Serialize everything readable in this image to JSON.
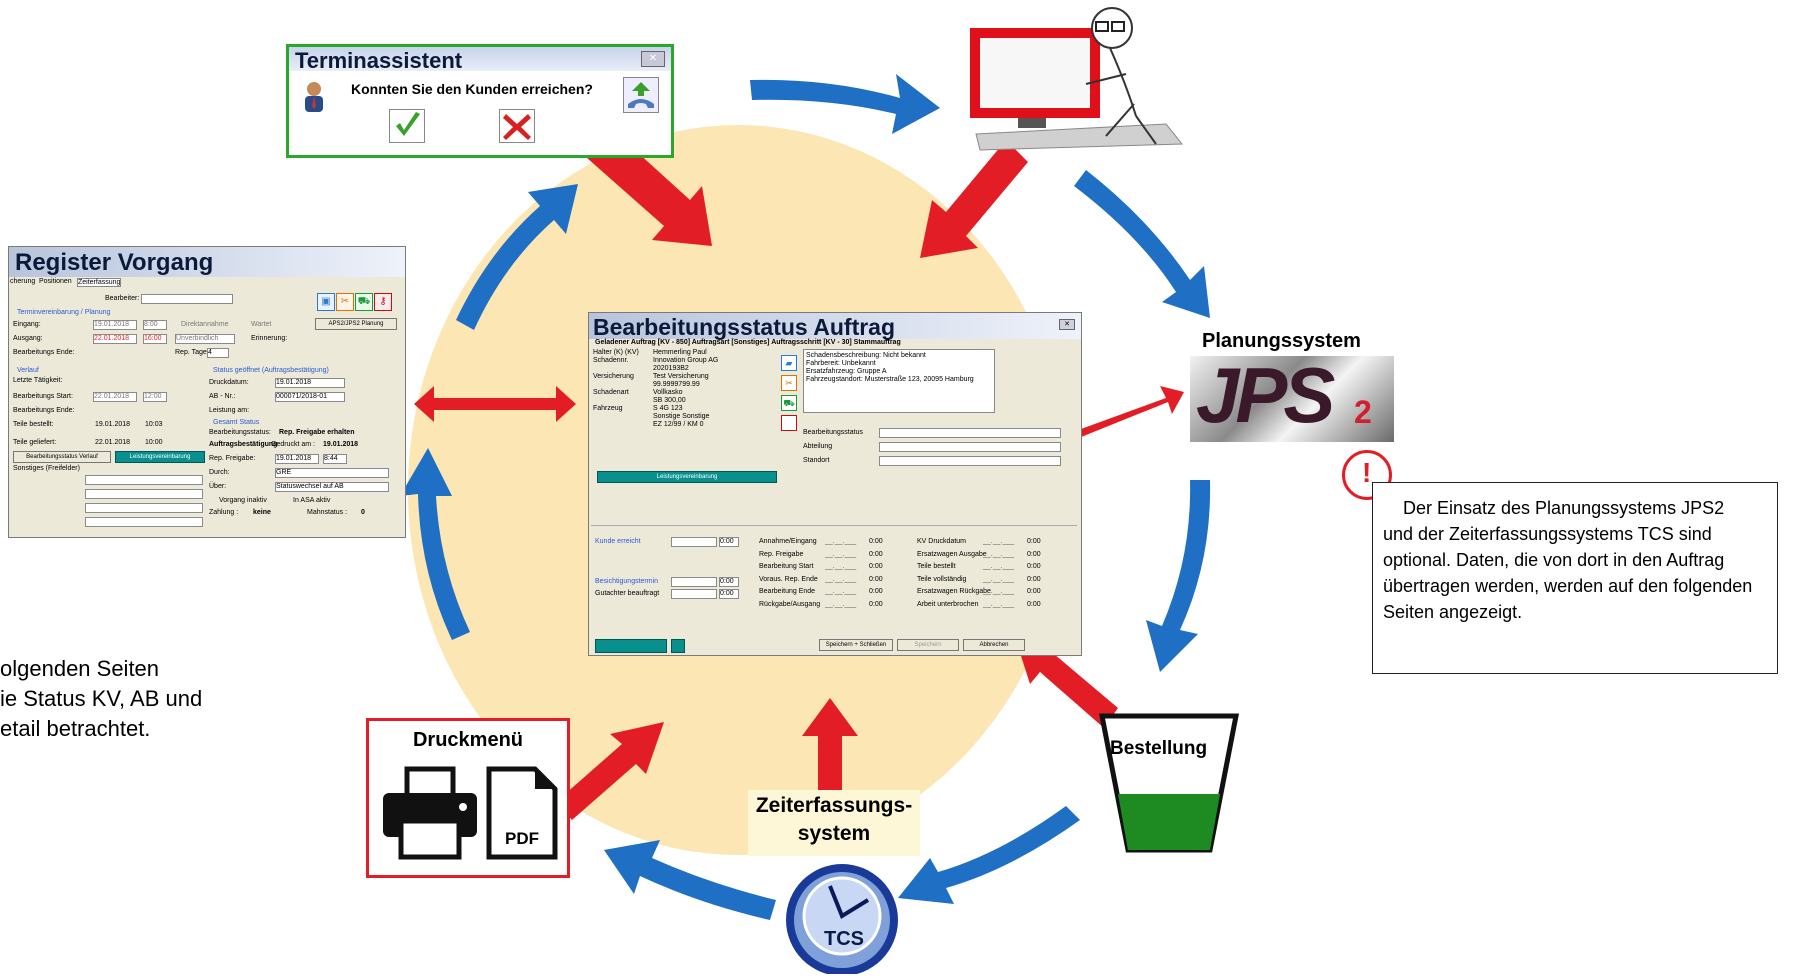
{
  "colors": {
    "circle": "#fbe6b4",
    "arrow_blue": "#1f6fc4",
    "arrow_red": "#e31d25",
    "teal": "#0a8f8f",
    "green_frame": "#2aa82a",
    "red_frame": "#e31d25"
  },
  "terminassistent": {
    "title": "Terminassistent",
    "question": "Konnten Sie den Kunden erreichen?"
  },
  "register": {
    "title": "Register Vorgang",
    "tabs": [
      "cherung",
      "Positionen",
      "Zeiterfassung"
    ],
    "bearbeiter_label": "Bearbeiter:",
    "section_termin": "Terminvereinbarung / Planung",
    "eingang_label": "Eingang:",
    "eingang_date": "19.01.2018",
    "eingang_time": "8:00",
    "direkt_label": "Direktannahme",
    "wartet_label": "Wartet",
    "ausgang_label": "Ausgang:",
    "ausgang_date": "22.01.2018",
    "ausgang_time": "16:00",
    "unverbindlich": "Unverbindlich",
    "erinnerung_label": "Erinnerung:",
    "bearb_ende_label": "Bearbeitungs Ende:",
    "reptage_label": "Rep. Tage:",
    "reptage_value": "4",
    "aps_button": "APS2/JPS2 Planung",
    "verlauf_label": "Verlauf",
    "letzte_label": "Letzte Tätigkeit:",
    "bearb_start_label": "Bearbeitungs Start:",
    "bearb_start_date": "22.01.2018",
    "bearb_start_time": "12:00",
    "bearb_ende2_label": "Bearbeitungs Ende:",
    "teile_bestellt_label": "Teile bestellt:",
    "teile_bestellt_date": "19.01.2018",
    "teile_bestellt_time": "10:03",
    "teile_geliefert_label": "Teile geliefert:",
    "teile_geliefert_date": "22.01.2018",
    "teile_geliefert_time": "10:00",
    "status_verlauf_btn": "Bearbeitungsstatus Verlauf",
    "leistung_btn": "Leistungsvereinbarung",
    "sonstiges_label": "Sonstiges (Freifelder)",
    "status_geoeffnet": "Status geöffnet (Auftragsbestätigung)",
    "druckdatum_label": "Druckdatum:",
    "druckdatum_value": "19.01.2018",
    "ab_label": "AB - Nr.:",
    "ab_value": "000071/2018-01",
    "leistung_am_label": "Leistung am:",
    "gesamt_status": "Gesamt Status",
    "bstatus_label": "Bearbeitungsstatus:",
    "bstatus_value": "Rep. Freigabe erhalten",
    "ab_bestaetigung": "Auftragsbestätigung",
    "gedruckt_am": "Gedruckt am :",
    "gedruckt_value": "19.01.2018",
    "rep_freigabe_label": "Rep. Freigabe:",
    "rep_freigabe_date": "19.01.2018",
    "rep_freigabe_time": "8:44",
    "durch_label": "Durch:",
    "durch_value": "GRE",
    "ueber_label": "Über:",
    "ueber_value": "Statuswechsel auf AB",
    "vorgang_inaktiv": "Vorgang inaktiv",
    "asa_aktiv": "In ASA aktiv",
    "zahlung_label": "Zahlung :",
    "zahlung_value": "keine",
    "mahnstatus_label": "Mahnstatus :",
    "mahnstatus_value": "0"
  },
  "bearbeitung": {
    "title": "Bearbeitungsstatus Auftrag",
    "header": "Geladener Auftrag [KV - 850] Auftragsart [Sonstiges] Auftragsschritt [KV - 30] Stammauftrag",
    "info_labels": [
      "Halter (K) (KV)",
      "Schadennr.",
      "",
      "Versicherung",
      "",
      "Schadenart",
      "",
      "Fahrzeug",
      "",
      "",
      ""
    ],
    "info_values": [
      "Hemmerling Paul",
      "Innovation Group AG",
      "2020193B2",
      "Test Versicherung",
      "99.9999799.99",
      "Vollkasko",
      "SB 300,00",
      "S 4G 123",
      "Sonstige Sonstige",
      "EZ 12/99 / KM 0",
      ""
    ],
    "notes": [
      "Schadensbeschreibung: Nicht bekannt",
      "Fahrbereit: Unbekannt",
      "Ersatzfahrzeug: Gruppe A",
      "Fahrzeugstandort: Musterstraße 123, 20095 Hamburg"
    ],
    "status_label": "Bearbeitungsstatus",
    "abteilung_label": "Abteilung",
    "standort_label": "Standort",
    "leistung_btn": "Leistungsvereinbarung",
    "kunde_erreicht": "Kunde erreicht",
    "besichtigung": "Besichtigungstermin",
    "gutachter": "Gutachter beauftragt",
    "mid_labels": [
      "Annahme/Eingang",
      "Rep. Freigabe",
      "Bearbeitung Start",
      "Voraus. Rep. Ende",
      "Bearbeitung Ende",
      "Rückgabe/Ausgang"
    ],
    "right_labels": [
      "KV Druckdatum",
      "Ersatzwagen Ausgabe",
      "Teile bestellt",
      "Teile vollständig",
      "Ersatzwagen Rückgabe",
      "Arbeit unterbrochen"
    ],
    "time_zero": "0:00",
    "date_blank": "__.__.___",
    "save_close": "Speichern + Schließen",
    "save": "Speichern",
    "cancel": "Abbrechen"
  },
  "planungssystem": {
    "title": "Planungssystem",
    "logo_text": "JPS",
    "logo_sub": "2"
  },
  "note": {
    "text": "Der Einsatz des Planungssystems JPS2 und der Zeiterfassungssystems TCS sind optional. Daten, die von dort in den Auftrag übertragen werden, werden auf den folgenden Seiten angezeigt."
  },
  "exclamation": "!",
  "bestellung": {
    "title": "Bestellung"
  },
  "zeiterfassung": {
    "title_line1": "Zeiterfassungs-",
    "title_line2": "system",
    "tcs": "TCS"
  },
  "druckmenue": {
    "title": "Druckmenü",
    "pdf": "PDF"
  },
  "left_text": [
    "olgenden Seiten",
    "ie Status KV, AB und",
    "etail betrachtet."
  ]
}
